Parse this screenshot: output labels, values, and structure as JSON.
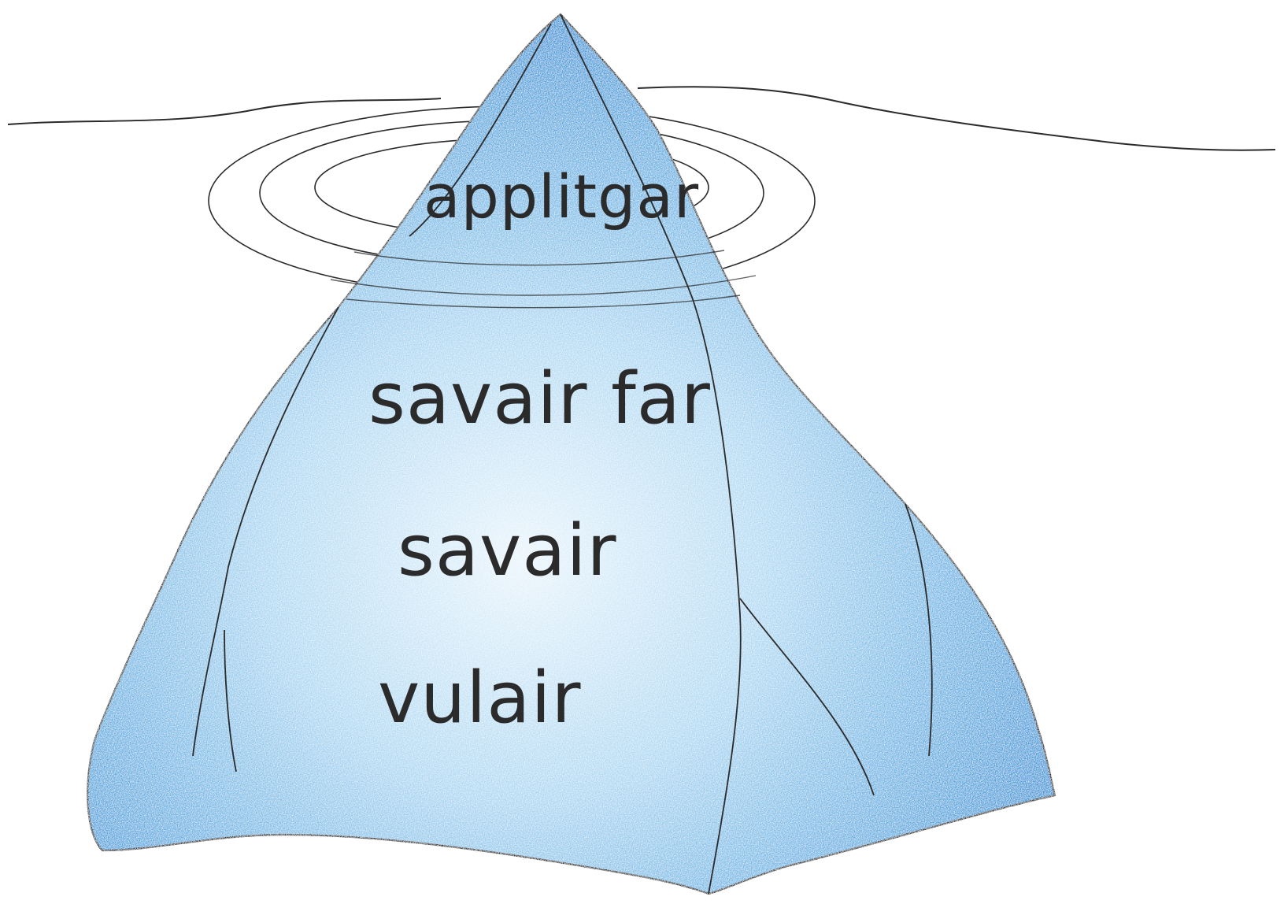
{
  "diagram": {
    "type": "iceberg",
    "levels": [
      {
        "label": "applitgar",
        "position": "above-water"
      },
      {
        "label": "savair far",
        "position": "below-water"
      },
      {
        "label": "savair",
        "position": "below-water"
      },
      {
        "label": "vulair",
        "position": "below-water"
      }
    ]
  },
  "colors": {
    "ice_fill": "#3d9fdc",
    "ice_highlight": "#ffffff",
    "outline": "#2b2b2b",
    "background": "#ffffff"
  }
}
